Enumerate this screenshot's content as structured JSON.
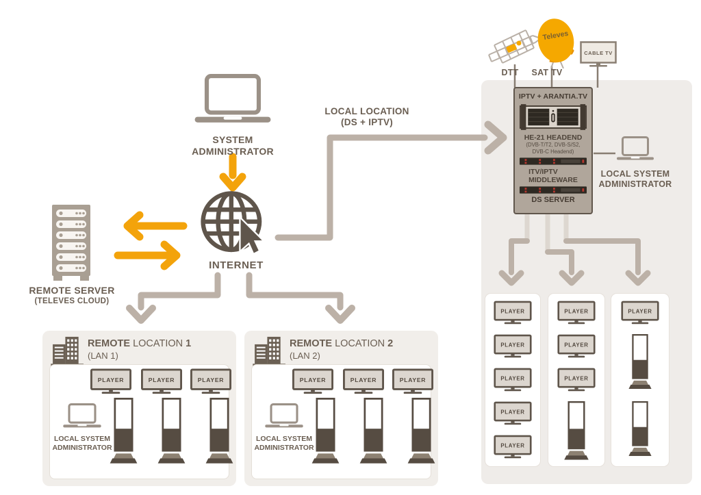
{
  "system_admin": {
    "line1": "SYSTEM",
    "line2": "ADMINISTRATOR"
  },
  "internet": {
    "label": "INTERNET"
  },
  "remote_server": {
    "name": "REMOTE SERVER",
    "sub": "(TELEVES CLOUD)"
  },
  "local_link": {
    "line1": "LOCAL LOCATION",
    "line2": "(DS + IPTV)"
  },
  "sources": {
    "dtt": "DTT",
    "sat": "SAT TV",
    "sat_brand": "Televes",
    "cable": "CABLE TV"
  },
  "headend": {
    "title": "IPTV + ARANTIA.TV",
    "unit1": "HE-21 HEADEND",
    "unit1_sub1": "(DVB-T/T2, DVB-S/S2,",
    "unit1_sub2": "DVB-C Headend)",
    "unit2_line1": "ITV/IPTV",
    "unit2_line2": "MIDDLEWARE",
    "unit3": "DS SERVER"
  },
  "local_admin": {
    "line1": "LOCAL SYSTEM",
    "line2": "ADMINISTRATOR"
  },
  "player_label": "PLAYER",
  "locations": [
    {
      "bold": "REMOTE",
      "mid": "LOCATION",
      "num": "1",
      "lan": "(LAN 1)"
    },
    {
      "bold": "REMOTE",
      "mid": "LOCATION",
      "num": "2",
      "lan": "(LAN 2)"
    }
  ],
  "colors": {
    "accent_orange": "#F3A30B",
    "connector_tan": "#BCB1A7",
    "text_brown": "#6A5E52",
    "icon_brown": "#5F554B",
    "panel_bg": "#EFECE9",
    "headend_box": "#B0A69B"
  }
}
